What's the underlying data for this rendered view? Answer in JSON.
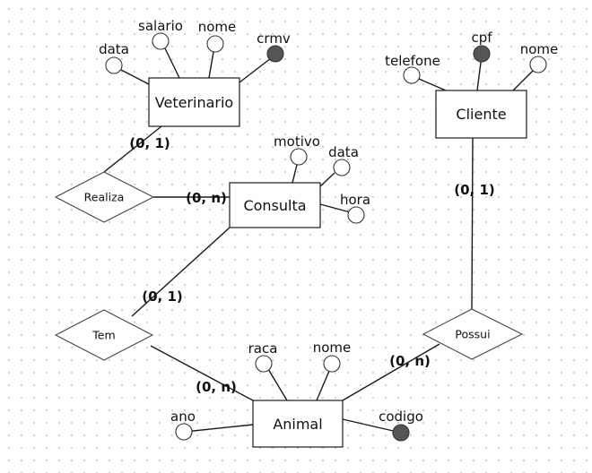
{
  "entities": [
    {
      "id": "veterinario",
      "label": "Veterinario"
    },
    {
      "id": "cliente",
      "label": "Cliente"
    },
    {
      "id": "consulta",
      "label": "Consulta"
    },
    {
      "id": "animal",
      "label": "Animal"
    }
  ],
  "relationships": [
    {
      "id": "realiza",
      "label": "Realiza"
    },
    {
      "id": "tem",
      "label": "Tem"
    },
    {
      "id": "possui",
      "label": "Possui"
    }
  ],
  "attributes": [
    {
      "id": "vet-data",
      "label": "data",
      "key": false
    },
    {
      "id": "vet-salario",
      "label": "salario",
      "key": false
    },
    {
      "id": "vet-nome",
      "label": "nome",
      "key": false
    },
    {
      "id": "vet-crmv",
      "label": "crmv",
      "key": true
    },
    {
      "id": "cli-telefone",
      "label": "telefone",
      "key": false
    },
    {
      "id": "cli-cpf",
      "label": "cpf",
      "key": true
    },
    {
      "id": "cli-nome",
      "label": "nome",
      "key": false
    },
    {
      "id": "con-motivo",
      "label": "motivo",
      "key": false
    },
    {
      "id": "con-data",
      "label": "data",
      "key": false
    },
    {
      "id": "con-hora",
      "label": "hora",
      "key": false
    },
    {
      "id": "ani-raca",
      "label": "raca",
      "key": false
    },
    {
      "id": "ani-nome",
      "label": "nome",
      "key": false
    },
    {
      "id": "ani-ano",
      "label": "ano",
      "key": false
    },
    {
      "id": "ani-codigo",
      "label": "codigo",
      "key": true
    }
  ],
  "cardinalities": [
    {
      "id": "vet-realiza",
      "label": "(0, 1)"
    },
    {
      "id": "realiza-consulta",
      "label": "(0, n)"
    },
    {
      "id": "consulta-tem",
      "label": "(0, 1)"
    },
    {
      "id": "tem-animal",
      "label": "(0, n)"
    },
    {
      "id": "cliente-possui",
      "label": "(0, 1)"
    },
    {
      "id": "possui-animal",
      "label": "(0, n)"
    }
  ]
}
